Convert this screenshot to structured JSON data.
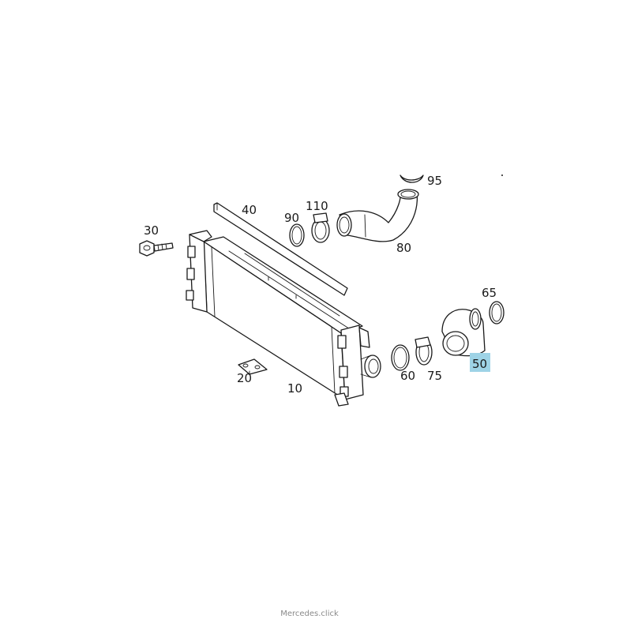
{
  "diagram": {
    "highlight_color": "#9ed3e6",
    "highlighted_part": "50",
    "callouts": {
      "c10": "10",
      "c20": "20",
      "c30": "30",
      "c40": "40",
      "c50": "50",
      "c60": "60",
      "c65": "65",
      "c75": "75",
      "c80": "80",
      "c90": "90",
      "c95": "95",
      "c110": "110"
    }
  },
  "watermark": "Mercedes.click"
}
